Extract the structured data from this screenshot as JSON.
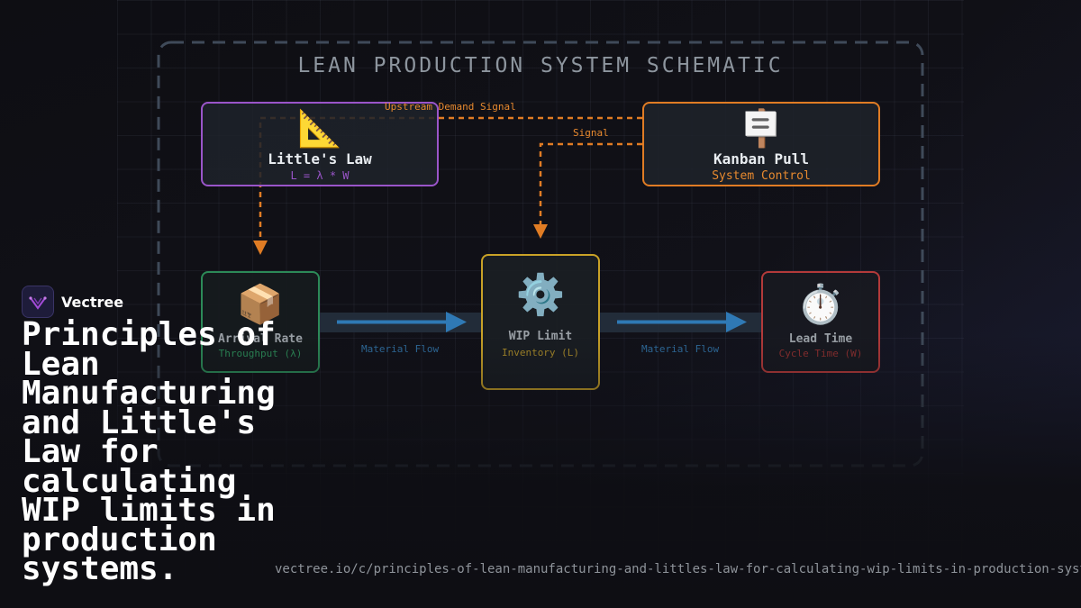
{
  "diagram": {
    "title": "LEAN PRODUCTION SYSTEM SCHEMATIC",
    "nodes": {
      "littles_law": {
        "icon": "📐",
        "icon_name": "triangular-ruler-icon",
        "title": "Little's Law",
        "subtitle": "L = λ * W",
        "color": "#9a55c9"
      },
      "kanban_pull": {
        "icon": "🪧",
        "icon_name": "signboard-icon",
        "title": "Kanban Pull",
        "subtitle": "System Control",
        "color": "#e07c24"
      },
      "arrival_rate": {
        "icon": "📦",
        "icon_name": "package-icon",
        "title": "Arrival Rate",
        "subtitle": "Throughput (λ)",
        "color": "#2c8a58"
      },
      "wip_limit": {
        "icon": "⚙️",
        "icon_name": "gear-icon",
        "title": "WIP Limit",
        "subtitle": "Inventory (L)",
        "color": "#c9a227"
      },
      "lead_time": {
        "icon": "⏱️",
        "icon_name": "stopwatch-icon",
        "title": "Lead Time",
        "subtitle": "Cycle Time (W)",
        "color": "#b33a3a"
      }
    },
    "edges": {
      "upstream_signal": "Upstream Demand Signal",
      "signal": "Signal",
      "material_flow_1": "Material Flow",
      "material_flow_2": "Material Flow"
    }
  },
  "brand": {
    "name": "Vectree",
    "accent": "#a24bd6"
  },
  "headline": "Principles of Lean Manufacturing and Little's Law for calculating WIP limits in production systems.",
  "url": "vectree.io/c/principles-of-lean-manufacturing-and-littles-law-for-calculating-wip-limits-in-production-systems"
}
